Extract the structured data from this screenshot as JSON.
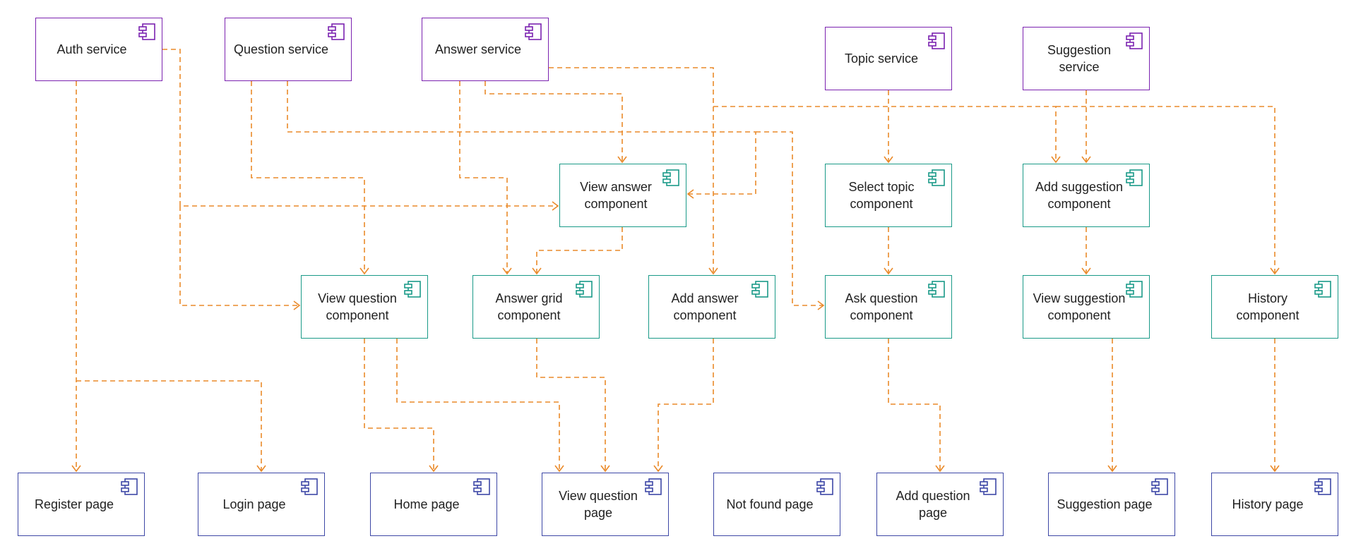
{
  "colors": {
    "service_border": "#7b22b0",
    "component_border": "#1a9a88",
    "page_border": "#3d47a6",
    "edge": "#ea8a2a"
  },
  "icon": "component-icon",
  "nodes": {
    "auth_service": "Auth service",
    "question_service": "Question service",
    "answer_service": "Answer service",
    "topic_service": "Topic service",
    "suggestion_service": "Suggestion\nservice",
    "view_answer_component": "View answer\ncomponent",
    "select_topic_component": "Select topic\ncomponent",
    "add_suggestion_component": "Add suggestion\ncomponent",
    "view_question_component": "View question\ncomponent",
    "answer_grid_component": "Answer grid\ncomponent",
    "add_answer_component": "Add answer\ncomponent",
    "ask_question_component": "Ask question\ncomponent",
    "view_suggestion_component": "View suggestion\ncomponent",
    "history_component": "History\ncomponent",
    "register_page": "Register page",
    "login_page": "Login page",
    "home_page": "Home page",
    "view_question_page": "View question\npage",
    "not_found_page": "Not found page",
    "add_question_page": "Add question\npage",
    "suggestion_page": "Suggestion page",
    "history_page": "History page"
  },
  "edges": [
    {
      "from": "auth_service",
      "to": "view_answer_component"
    },
    {
      "from": "auth_service",
      "to": "view_question_component"
    },
    {
      "from": "auth_service",
      "to": "register_page"
    },
    {
      "from": "auth_service",
      "to": "login_page"
    },
    {
      "from": "question_service",
      "to": "view_question_component"
    },
    {
      "from": "question_service",
      "to": "view_answer_component"
    },
    {
      "from": "question_service",
      "to": "ask_question_component"
    },
    {
      "from": "answer_service",
      "to": "view_answer_component"
    },
    {
      "from": "answer_service",
      "to": "answer_grid_component"
    },
    {
      "from": "answer_service",
      "to": "add_answer_component"
    },
    {
      "from": "answer_service",
      "to": "add_suggestion_component"
    },
    {
      "from": "answer_service",
      "to": "history_component"
    },
    {
      "from": "topic_service",
      "to": "select_topic_component"
    },
    {
      "from": "suggestion_service",
      "to": "add_suggestion_component"
    },
    {
      "from": "view_answer_component",
      "to": "answer_grid_component"
    },
    {
      "from": "select_topic_component",
      "to": "ask_question_component"
    },
    {
      "from": "add_suggestion_component",
      "to": "view_suggestion_component"
    },
    {
      "from": "view_question_component",
      "to": "home_page"
    },
    {
      "from": "view_question_component",
      "to": "view_question_page"
    },
    {
      "from": "answer_grid_component",
      "to": "view_question_page"
    },
    {
      "from": "add_answer_component",
      "to": "view_question_page"
    },
    {
      "from": "ask_question_component",
      "to": "add_question_page"
    },
    {
      "from": "view_suggestion_component",
      "to": "suggestion_page"
    },
    {
      "from": "history_component",
      "to": "history_page"
    }
  ]
}
